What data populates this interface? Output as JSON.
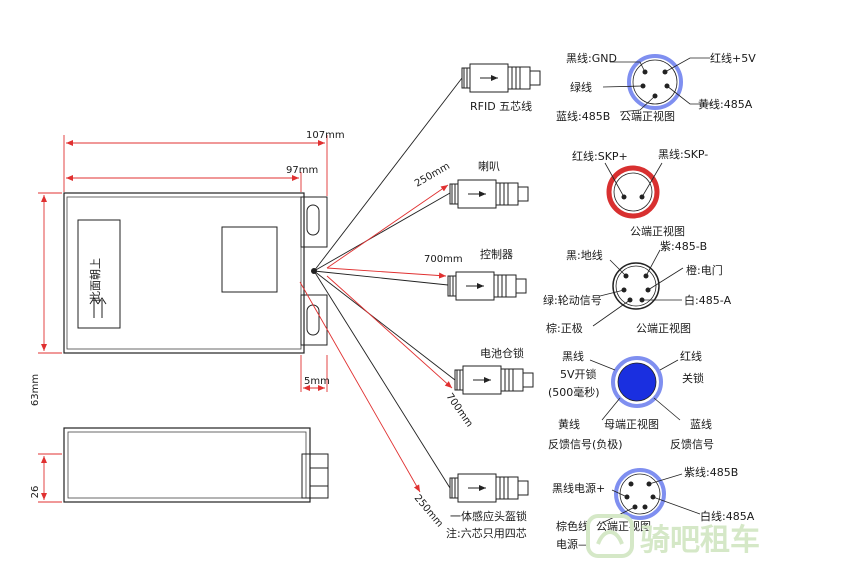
{
  "colors": {
    "line": "#222222",
    "dimension": "#e03030",
    "pin_blue": "#1a2fe0",
    "ring_blue": "#7f8ff0",
    "ring_red": "#d83030",
    "watermark": "#d5e8c7"
  },
  "controller": {
    "top_text": "此面朝上",
    "dims": {
      "length": "107mm",
      "body_length": "97mm",
      "height": "63mm",
      "lug": "5mm",
      "thickness": "26"
    }
  },
  "cables": {
    "speaker_length": "250mm",
    "controller_length": "700mm",
    "battery_lock_length": "700mm",
    "sensor_length": "250mm"
  },
  "connectors": {
    "rfid": {
      "title": "RFID  五芯线",
      "pin_gnd": "黑线:GND",
      "pin_green": "绿线",
      "pin_485b": "蓝线:485B",
      "view": "公端正视图",
      "pin_5v": "红线+5V",
      "pin_485a": "黄线:485A"
    },
    "speaker": {
      "title": "喇叭",
      "pin_skp_plus": "红线:SKP+",
      "pin_skp_minus": "黑线:SKP-",
      "view": "公端正视图"
    },
    "controller": {
      "title": "控制器",
      "pin_ground": "黑:地线",
      "pin_wheel": "绿:轮动信号",
      "pin_positive": "棕:正极",
      "pin_485b": "紫:485-B",
      "pin_throttle": "橙:电门",
      "pin_485a": "白:485-A",
      "view": "公端正视图"
    },
    "battery_lock": {
      "title": "电池仓锁",
      "pin_black": "黑线",
      "pin_black_note1": "5V开锁",
      "pin_black_note2": "(500毫秒)",
      "pin_red": "红线",
      "pin_red_note": "关锁",
      "pin_yellow": "黄线",
      "pin_yellow_note": "反馈信号(负极)",
      "view": "母端正视图",
      "pin_blue": "蓝线",
      "pin_blue_note": "反馈信号"
    },
    "sensor_lock": {
      "title": "一体感应头盔锁",
      "note": "注:六芯只用四芯",
      "pin_power_plus": "黑线电源+",
      "pin_brown": "棕色线",
      "pin_power_minus": "电源—",
      "view": "公端正视图",
      "pin_485b": "紫线:485B",
      "pin_485a": "白线:485A"
    }
  },
  "watermark": "骑吧租车"
}
